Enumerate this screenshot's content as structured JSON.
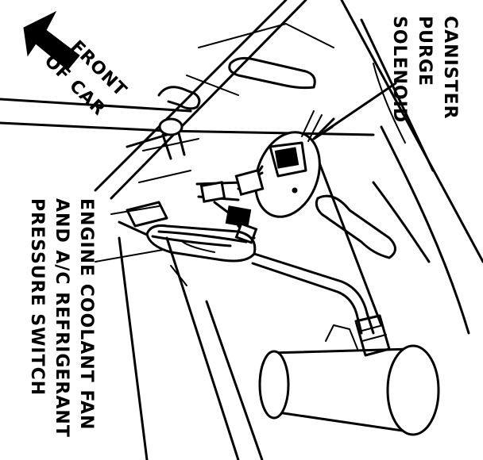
{
  "labels": {
    "solenoid": [
      "CANISTER",
      "PURGE",
      "SOLENOID"
    ],
    "front": [
      "FRONT",
      "OF CAR"
    ],
    "switch": [
      "ENGINE COOLANT FAN",
      "AND A/C REFRIGERANT",
      "PRESSURE SWITCH"
    ]
  },
  "icons": {
    "front_arrow": "arrow-up-left-icon"
  }
}
